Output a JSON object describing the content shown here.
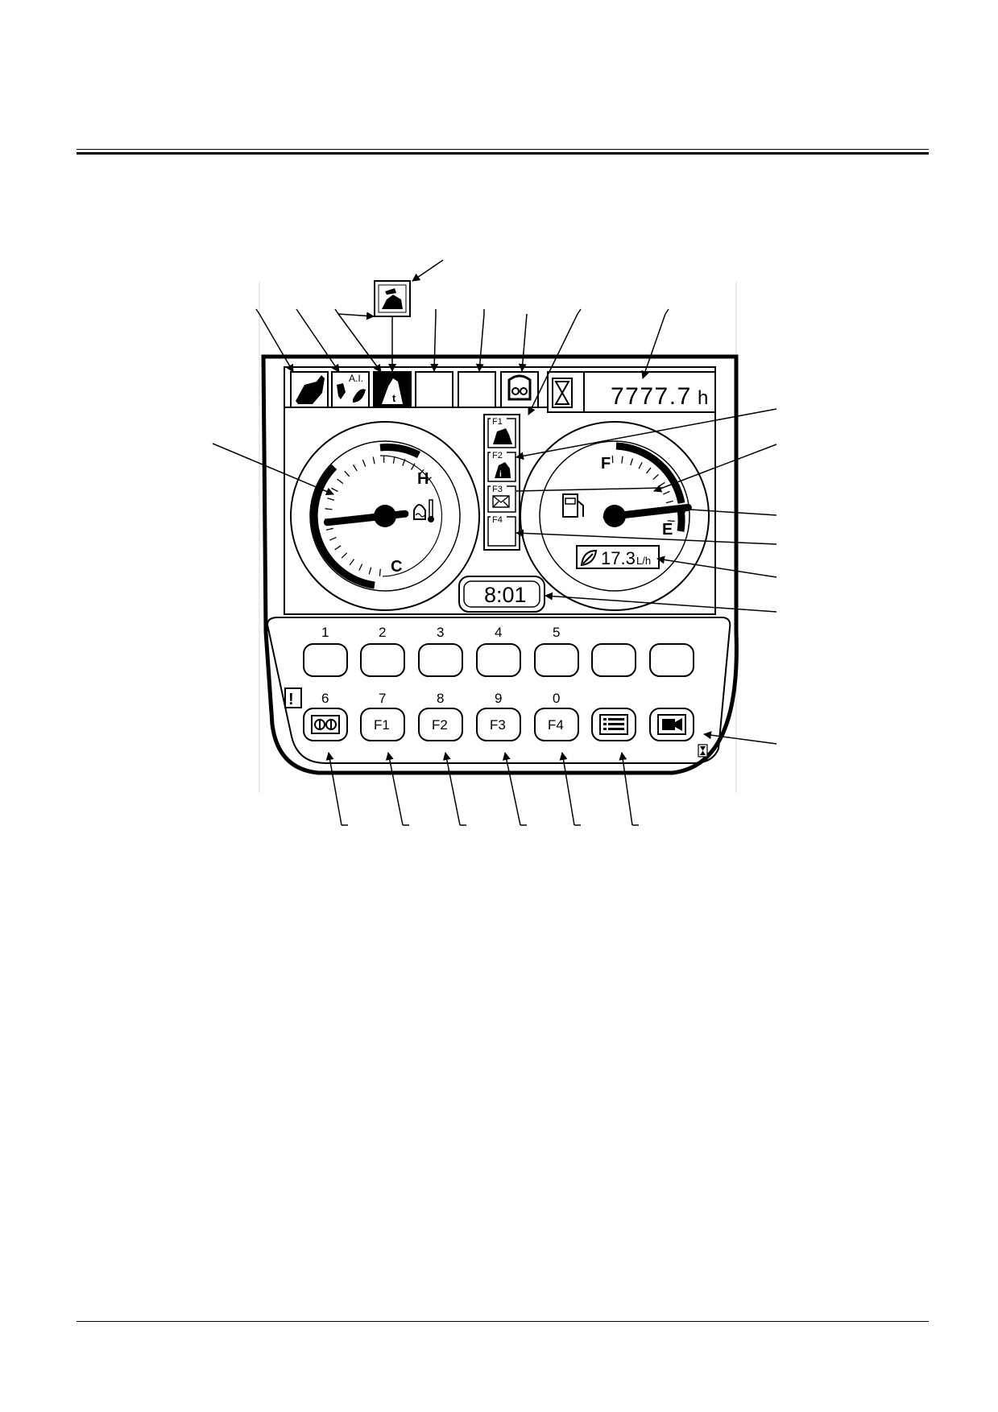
{
  "header": {
    "rule": "double"
  },
  "monitor": {
    "hour_meter": {
      "value": "7777.7",
      "unit": "h"
    },
    "clock": "8:01",
    "fuel_consumption": {
      "value": "17.3",
      "unit": "L/h"
    },
    "coolant_gauge": {
      "hot_label": "H",
      "cold_label": "C",
      "needle_fraction": 0.35
    },
    "fuel_gauge": {
      "full_label": "F",
      "empty_label": "E",
      "needle_fraction": 0.88
    },
    "function_slots": [
      {
        "label": "F1",
        "icon": "work-mode-icon"
      },
      {
        "label": "F2",
        "icon": "operator-info-icon"
      },
      {
        "label": "F3",
        "icon": "mail-icon"
      },
      {
        "label": "F4",
        "icon": ""
      }
    ],
    "top_indicators": [
      "attachment-icon",
      "auto-idle-eco-icon",
      "travel-mode-icon",
      "",
      "",
      "engine-preheat-icon"
    ],
    "top_indicator_ai_text": "A.I.",
    "floating_icon": "work-mode-select-icon",
    "buttons_top_row": [
      {
        "number": "1"
      },
      {
        "number": "2"
      },
      {
        "number": "3"
      },
      {
        "number": "4"
      },
      {
        "number": "5"
      },
      {
        "number": ""
      },
      {
        "number": ""
      }
    ],
    "buttons_bottom_row": [
      {
        "number": "6",
        "label": "",
        "icon": "monitor-switch-icon"
      },
      {
        "number": "7",
        "label": "F1",
        "icon": ""
      },
      {
        "number": "8",
        "label": "F2",
        "icon": ""
      },
      {
        "number": "9",
        "label": "F3",
        "icon": ""
      },
      {
        "number": "0",
        "label": "F4",
        "icon": ""
      },
      {
        "number": "",
        "label": "",
        "icon": "menu-icon"
      },
      {
        "number": "",
        "label": "",
        "icon": "camera-icon"
      }
    ],
    "warning_mark": "!"
  }
}
